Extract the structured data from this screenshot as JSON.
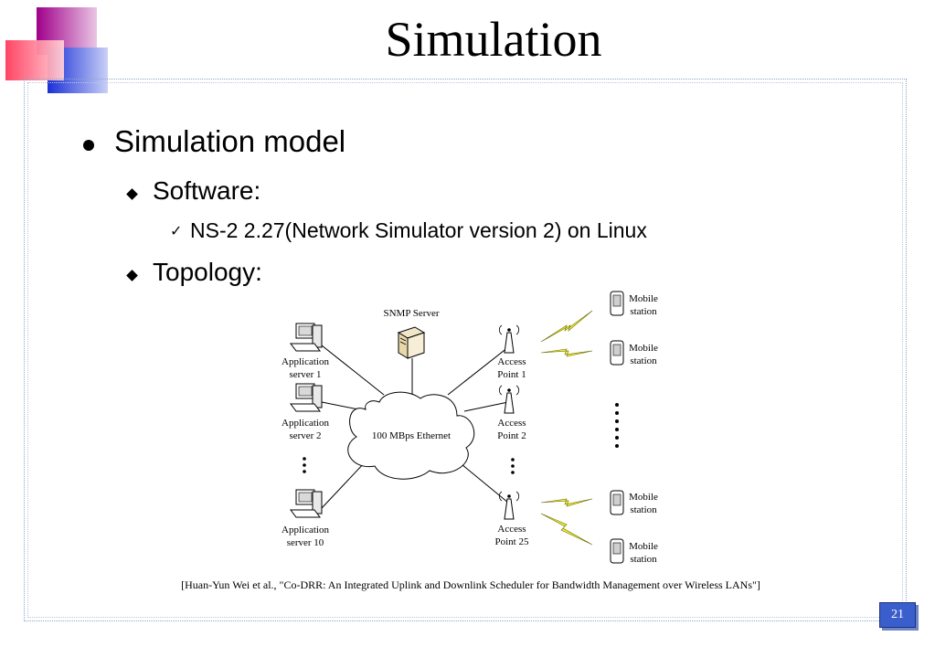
{
  "slide": {
    "title": "Simulation",
    "page_number": "21"
  },
  "bullets": {
    "level1": "Simulation model",
    "software_label": "Software:",
    "software_item": "NS-2 2.27(Network Simulator version 2) on Linux",
    "topology_label": "Topology:"
  },
  "diagram": {
    "snmp_server": "SNMP Server",
    "ethernet": "100 MBps Ethernet",
    "app_servers": [
      {
        "line1": "Application",
        "line2": "server 1"
      },
      {
        "line1": "Application",
        "line2": "server 2"
      },
      {
        "line1": "Application",
        "line2": "server 10"
      }
    ],
    "access_points": [
      {
        "line1": "Access",
        "line2": "Point 1"
      },
      {
        "line1": "Access",
        "line2": "Point 2"
      },
      {
        "line1": "Access",
        "line2": "Point 25"
      }
    ],
    "mobile_stations": [
      {
        "line1": "Mobile",
        "line2": "station"
      },
      {
        "line1": "Mobile",
        "line2": "station"
      },
      {
        "line1": "Mobile",
        "line2": "station"
      },
      {
        "line1": "Mobile",
        "line2": "station"
      }
    ]
  },
  "citation": "[Huan-Yun Wei et al., \"Co-DRR: An Integrated Uplink and Downlink Scheduler for Bandwidth Management over Wireless LANs\"]",
  "colors": {
    "accent_magenta": "#b0008f",
    "accent_pink": "#ff5a7a",
    "accent_blue": "#1a3fe0",
    "page_badge": "#3a5fcd"
  }
}
